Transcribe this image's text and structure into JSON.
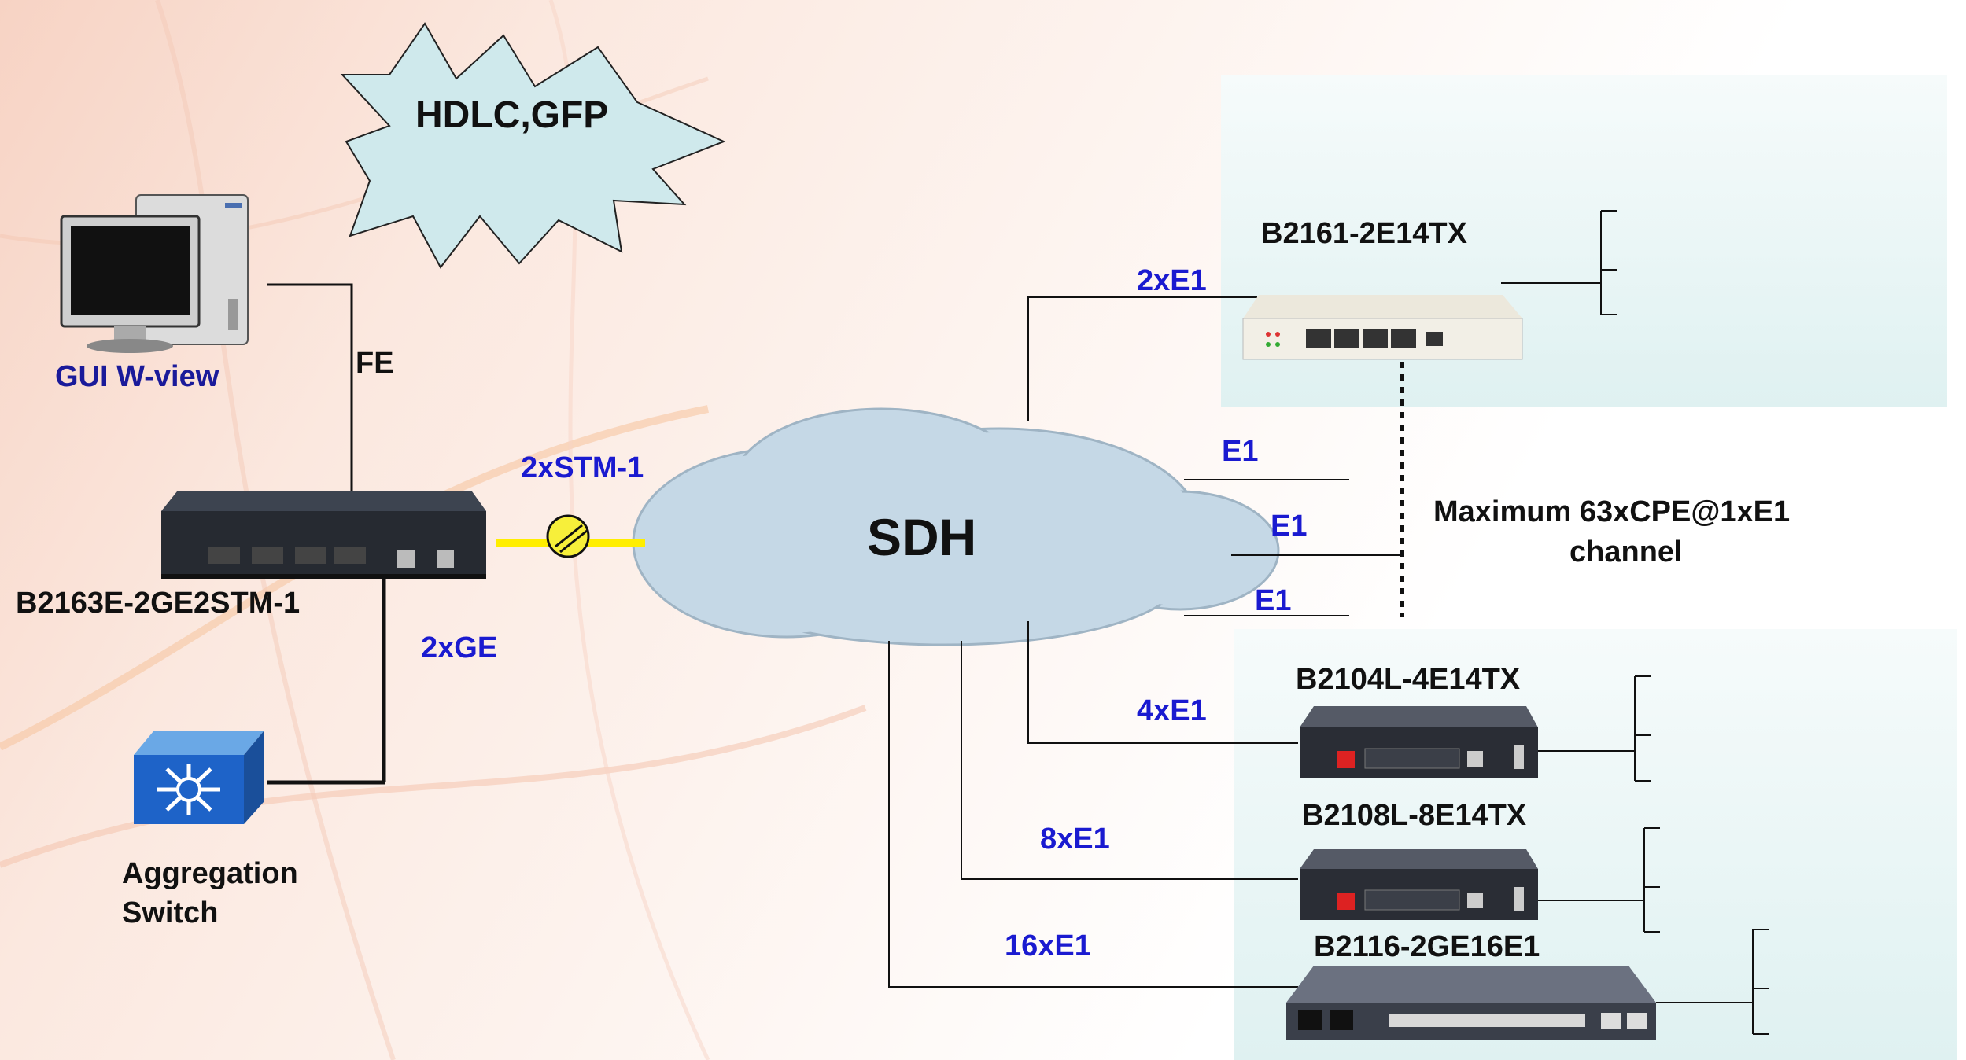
{
  "burst_text": "HDLC,GFP",
  "cloud_text": "SDH",
  "gui": {
    "label": "GUI W-view"
  },
  "fe_label": "FE",
  "central_device": {
    "label": "B2163E-2GE2STM-1"
  },
  "stm_label": "2xSTM-1",
  "ge_label": "2xGE",
  "switch": {
    "label_line1": "Aggregation",
    "label_line2": "Switch"
  },
  "devices": {
    "b2161": {
      "label": "B2161-2E14TX",
      "link": "2xE1"
    },
    "b2104": {
      "label": "B2104L-4E14TX",
      "link": "4xE1"
    },
    "b2108": {
      "label": "B2108L-8E14TX",
      "link": "8xE1"
    },
    "b2116": {
      "label": "B2116-2GE16E1",
      "link": "16xE1"
    }
  },
  "e1_links": [
    "E1",
    "E1",
    "E1"
  ],
  "cpe_note": {
    "line1": "Maximum 63xCPE@1xE1",
    "line2": "channel"
  },
  "colors": {
    "link_blue": "#1a1ad0",
    "panel": "#e4f4f4",
    "cloud": "#c5d8e6",
    "burst": "#cfe9ec",
    "fiber": "#ffee00"
  }
}
